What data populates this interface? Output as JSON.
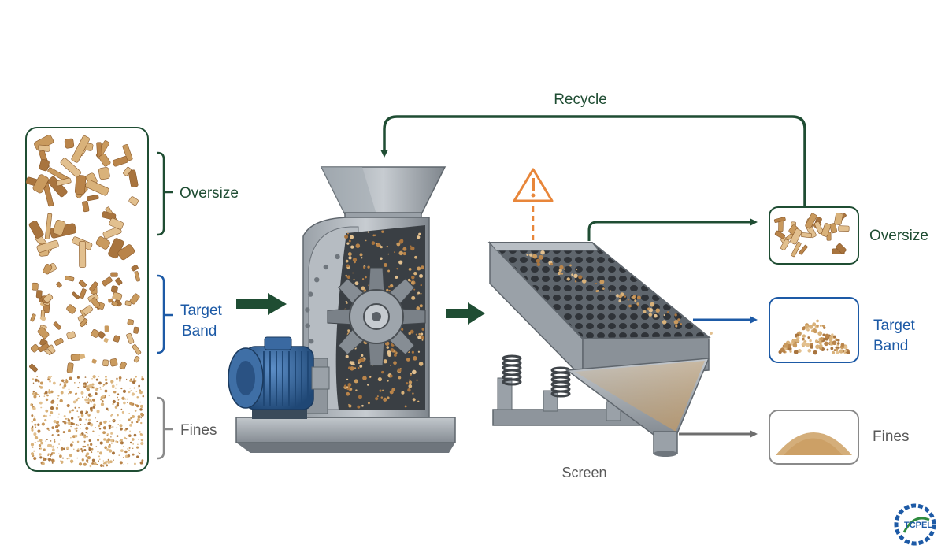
{
  "diagram": {
    "recycle_label": "Recycle",
    "screen_label": "Screen",
    "left_bands": {
      "oversize": "Oversize",
      "target_line1": "Target",
      "target_line2": "Band",
      "fines": "Fines"
    },
    "outputs": {
      "oversize": "Oversize",
      "target_line1": "Target",
      "target_line2": "Band",
      "fines": "Fines"
    },
    "logo_text": "TCPEL"
  },
  "colors": {
    "green": "#1f4d33",
    "blue": "#1d5aa6",
    "gray": "#6e6e6e",
    "orange": "#e8863a",
    "steel": "#8e959c",
    "motor_blue": "#2f5f95",
    "wood": "#c99a5e"
  },
  "icons": [
    "warning-icon",
    "motor-icon",
    "hammer-mill-icon",
    "vibrating-screen-icon",
    "logo-icon"
  ]
}
